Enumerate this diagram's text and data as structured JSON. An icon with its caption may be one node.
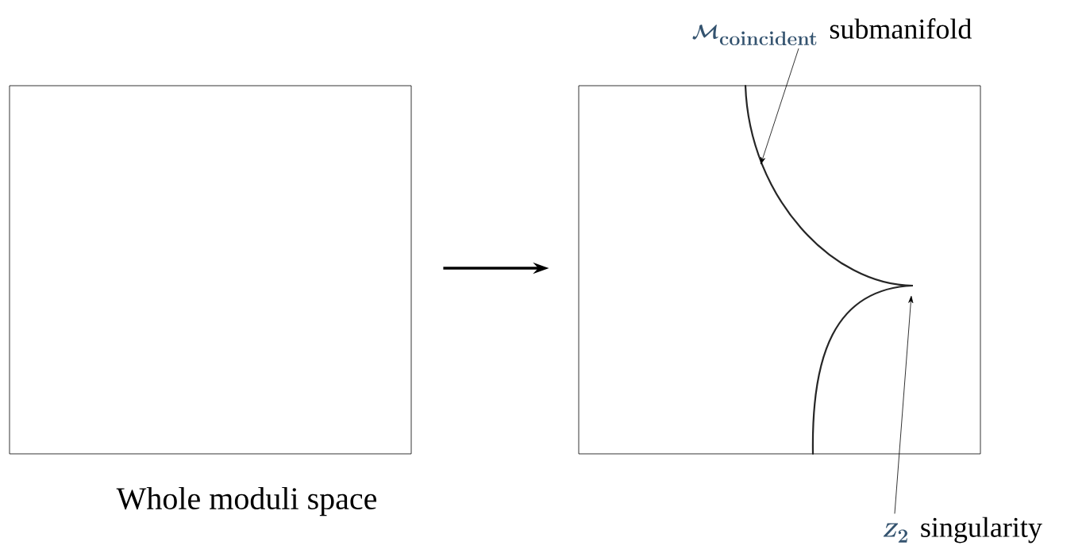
{
  "diagram": {
    "nodes": [
      {
        "text": [],
        "shape": "box",
        "beside": [
          "Whole moduli space"
        ]
      },
      {
        "text": [],
        "shape": "box"
      },
      {
        "text": [],
        "shape": "curve",
        "in": 1
      },
      {
        "text": [
          "\\boldsymbol{\\mathcal{M}}_{\\mathbf{coincident}}",
          "submanifold"
        ]
      },
      {
        "text": [
          "\\boldsymbol{Z_2}",
          "singularity"
        ]
      }
    ],
    "edges": [
      {
        "from": 0,
        "to": 1,
        "arrow": "to",
        "style": "thick"
      },
      {
        "from": 3,
        "to": 2,
        "arrow": "to"
      },
      {
        "from": 4,
        "to": 2,
        "arrow": "to"
      }
    ]
  }
}
